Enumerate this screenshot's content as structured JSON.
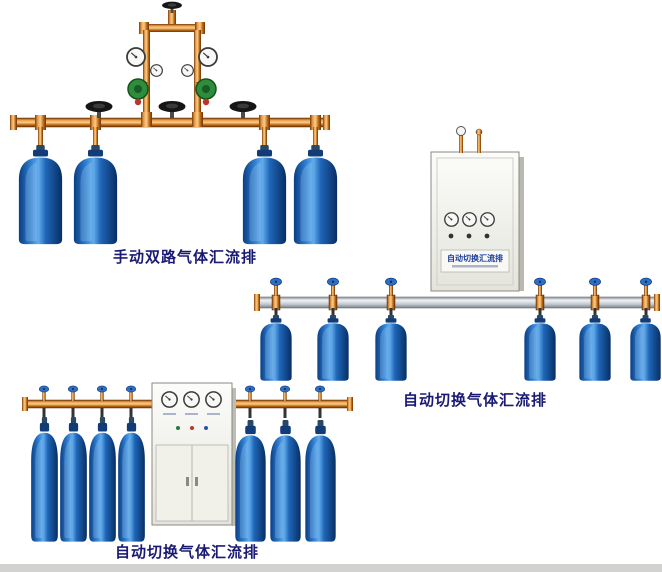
{
  "page": {
    "background": "#ffffff",
    "type": "gas-manifold-product-catalog"
  },
  "products": [
    {
      "caption": "手动双路气体汇流排"
    },
    {
      "caption": "自动切换气体汇流排"
    },
    {
      "caption": "自动切换气体汇流排"
    }
  ],
  "auto_cabinet": {
    "plate_text": "自动切换汇流排"
  },
  "colors": {
    "caption_text": "#1a1a75",
    "plate_text": "#1c3e9c",
    "copper_pipe": "#c97c2c",
    "silver_pipe": "#c3cad0",
    "cylinder_blue": "#1f66b8",
    "regulator_green": "#2f8c3c",
    "cabinet_face": "#f0f0ea",
    "bottom_bar": "#d2d2d0"
  }
}
